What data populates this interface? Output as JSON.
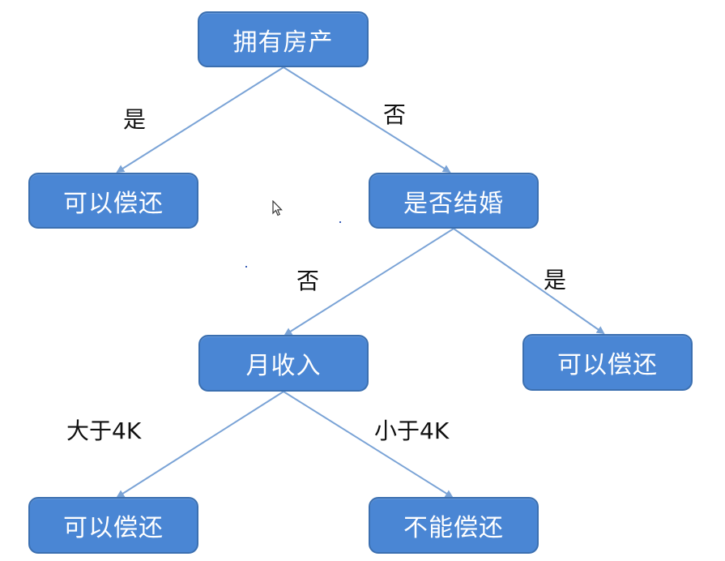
{
  "colors": {
    "node_fill": "#4a86d4",
    "node_border": "#3b6fb0",
    "edge": "#7aa3d6",
    "text": "#111111"
  },
  "nodes": {
    "root": "拥有房产",
    "repay1": "可以偿还",
    "married": "是否结婚",
    "income": "月收入",
    "repay2": "可以偿还",
    "repay3": "可以偿还",
    "norepay": "不能偿还"
  },
  "edges": {
    "root_yes": "是",
    "root_no": "否",
    "married_no": "否",
    "married_yes": "是",
    "income_gt": "大于4K",
    "income_lt": "小于4K"
  },
  "icons": {
    "cursor": "mouse-pointer-icon"
  }
}
